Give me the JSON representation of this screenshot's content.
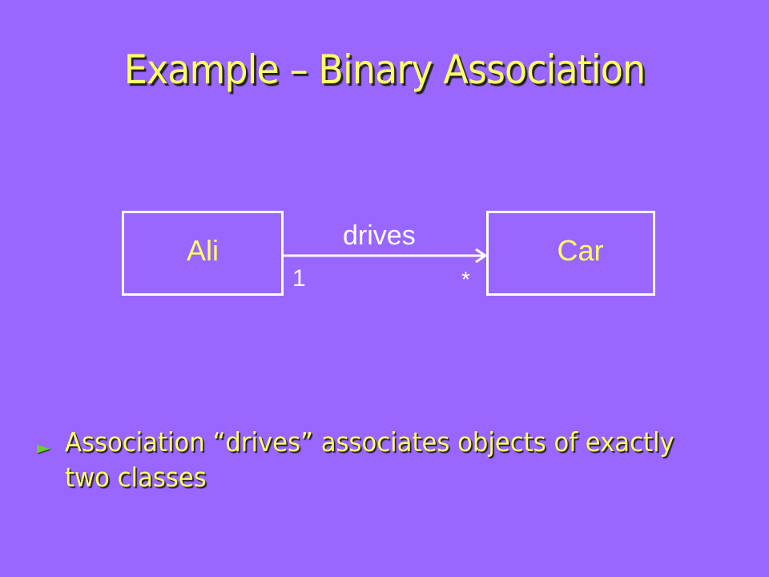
{
  "slide": {
    "title": "Example – Binary Association",
    "bullet_icon": "bullet-arrow-icon",
    "bullet": "Association “drives” associates objects of exactly two classes"
  },
  "diagram": {
    "left_class": "Ali",
    "right_class": "Car",
    "association": "drives",
    "left_multiplicity": "1",
    "right_multiplicity": "*"
  },
  "colors": {
    "background": "#9966ff",
    "text": "#ffff66",
    "lines": "#ffffff",
    "bullet": "#66cc33"
  }
}
